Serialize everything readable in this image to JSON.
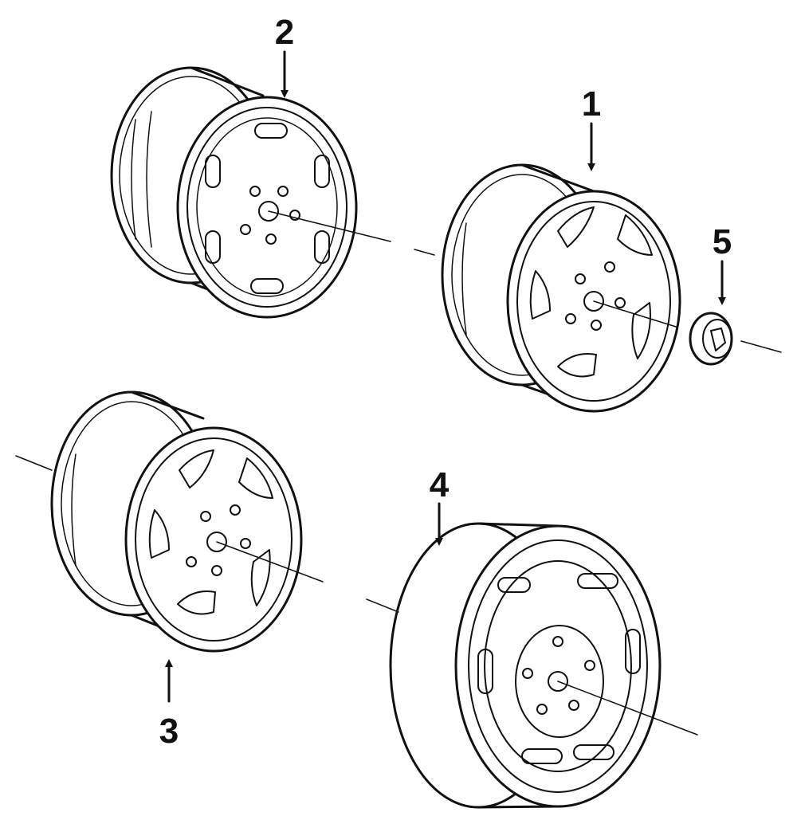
{
  "callouts": [
    {
      "id": "1",
      "label": "1"
    },
    {
      "id": "2",
      "label": "2"
    },
    {
      "id": "3",
      "label": "3"
    },
    {
      "id": "4",
      "label": "4"
    },
    {
      "id": "5",
      "label": "5"
    }
  ],
  "parts": [
    "wheel",
    "wheel",
    "wheel",
    "wheel-and-tire",
    "center-cap"
  ]
}
